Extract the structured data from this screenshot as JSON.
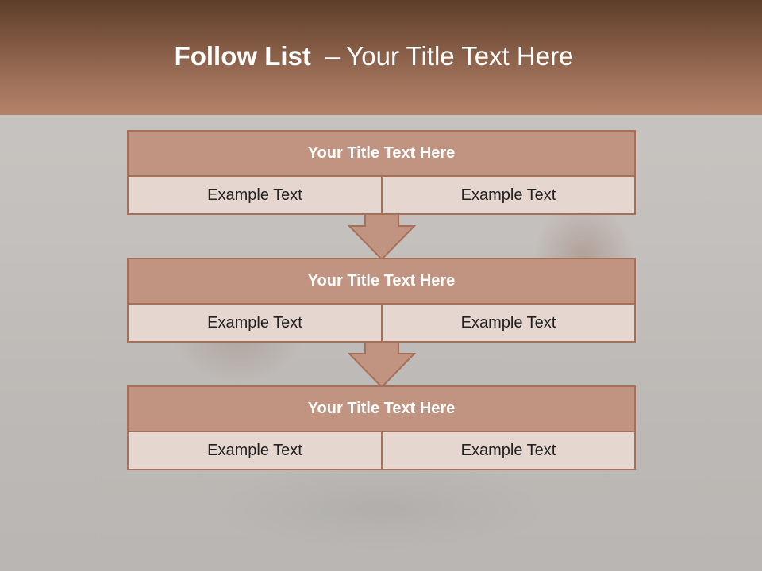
{
  "slide": {
    "title_main": "Follow List",
    "title_dash": "–",
    "title_rest": "Your Title Text Here"
  },
  "steps": [
    {
      "title": "Your Title Text Here",
      "left_text": "Example Text",
      "right_text": "Example Text"
    },
    {
      "title": "Your Title Text Here",
      "left_text": "Example Text",
      "right_text": "Example Text"
    },
    {
      "title": "Your Title Text Here",
      "left_text": "Example Text",
      "right_text": "Example Text"
    }
  ],
  "colors": {
    "header_band": "#a2745c",
    "box_header_fill": "#c09480",
    "box_border": "#a66f57",
    "cell_fill": "#e6d6d0",
    "arrow_fill": "#c09480"
  }
}
